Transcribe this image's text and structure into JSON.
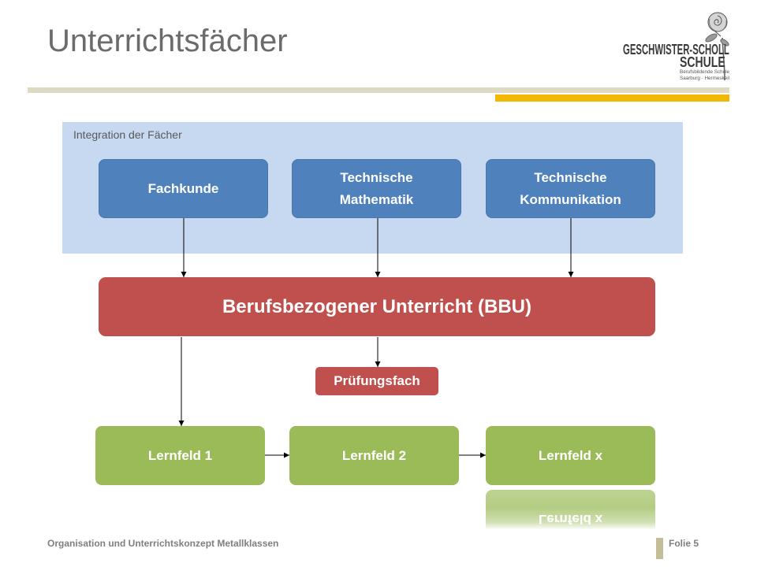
{
  "slide": {
    "title": "Unterrichtsfächer",
    "footer_text": "Organisation und Unterrichtskonzept Metallklassen",
    "slide_number": "Folie 5"
  },
  "logo": {
    "name_line1": "GESCHWISTER-SCHOLL",
    "name_line2": "SCHULE",
    "sub_line1": "Berufsbildende Schule",
    "sub_line2": "Saarburg · Hermeskeil",
    "icon": "rose-logo-icon"
  },
  "integration_panel": {
    "label": "Integration der Fächer",
    "subjects": [
      {
        "label": "Fachkunde"
      },
      {
        "label": "Technische Mathematik"
      },
      {
        "label": "Technische Kommunikation"
      }
    ]
  },
  "bbu": {
    "label": "Berufsbezogener Unterricht (BBU)"
  },
  "exam": {
    "label": "Prüfungsfach"
  },
  "learning_fields": [
    {
      "label": "Lernfeld 1"
    },
    {
      "label": "Lernfeld 2"
    },
    {
      "label": "Lernfeld x"
    }
  ],
  "colors": {
    "title": "#6b6b6b",
    "panel": "#c6d9f1",
    "subject": "#4f81bd",
    "bbu": "#c0504d",
    "lf": "#9bbb59",
    "accent": "#f2b700",
    "rule": "#ddd9c3",
    "footer-bar": "#c4bd97"
  }
}
